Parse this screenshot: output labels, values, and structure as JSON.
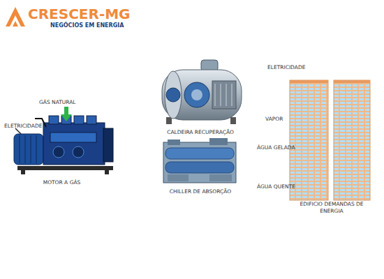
{
  "diagram": {
    "nodes": [
      {
        "text": [
          "MOTOR A GÁS"
        ]
      },
      {
        "text": [
          "CALDEIRA RECUPERAÇÃO"
        ]
      },
      {
        "text": [
          "CHILLER DE ABSORÇÃO"
        ]
      },
      {
        "text": [
          "EDIFICIO DEMANDAS DE ENERGIA"
        ]
      }
    ],
    "edges": [
      {
        "from": 0,
        "to": 3,
        "arrow": "to",
        "label": "ELETRICIDADE"
      },
      {
        "from": 0,
        "to": 1,
        "arrow": "to"
      },
      {
        "from": 1,
        "to": 3,
        "arrow": "to",
        "label": "VAPOR"
      },
      {
        "from": 0,
        "to": 2,
        "arrow": "to"
      },
      {
        "from": 2,
        "to": 3,
        "arrow": "to",
        "label": "ÁGUA GELADA"
      },
      {
        "from": 0,
        "to": 3,
        "arrow": "to",
        "label": "ÁGUA QUENTE"
      }
    ],
    "labels": [
      "CRESCER-MG",
      "NEGÓCIOS EM ENERGIA",
      "GÁS NATURAL",
      "ELETRICIDADE"
    ]
  }
}
